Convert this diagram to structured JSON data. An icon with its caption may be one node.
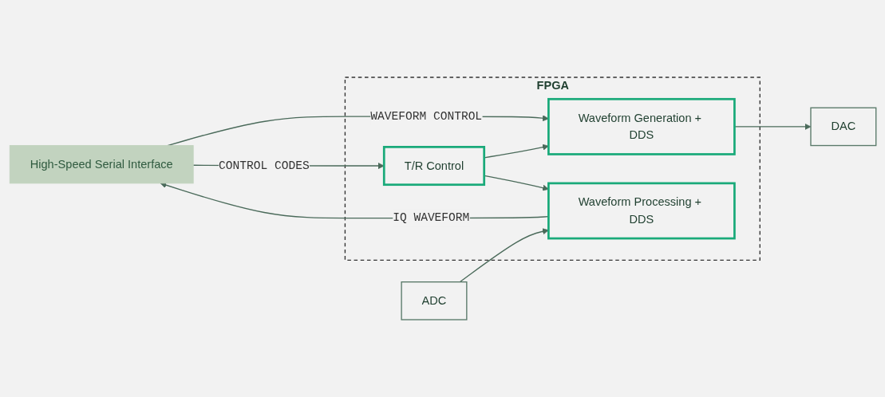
{
  "diagram": {
    "nodes": [
      {
        "text": [
          "High-Speed Serial Interface"
        ]
      },
      {
        "text": [
          "FPGA"
        ]
      },
      {
        "text": [
          "Waveform Generation + DDS"
        ],
        "in": 1
      },
      {
        "text": [
          "T/R Control"
        ],
        "in": 1
      },
      {
        "text": [
          "Waveform Processing + DDS"
        ],
        "in": 1
      },
      {
        "text": [
          "DAC"
        ]
      },
      {
        "text": [
          "ADC"
        ]
      }
    ],
    "edges": [
      {
        "from": 0,
        "to": 2,
        "arrow": "to",
        "label": "WAVEFORM CONTROL"
      },
      {
        "from": 0,
        "to": 3,
        "arrow": "to",
        "label": "CONTROL CODES"
      },
      {
        "from": 4,
        "to": 0,
        "arrow": "to",
        "label": "IQ WAVEFORM"
      },
      {
        "from": 2,
        "to": 5,
        "arrow": "to"
      },
      {
        "from": 3,
        "to": 2,
        "arrow": "to"
      },
      {
        "from": 3,
        "to": 4,
        "arrow": "to"
      },
      {
        "from": 6,
        "to": 4,
        "arrow": "to"
      }
    ]
  }
}
